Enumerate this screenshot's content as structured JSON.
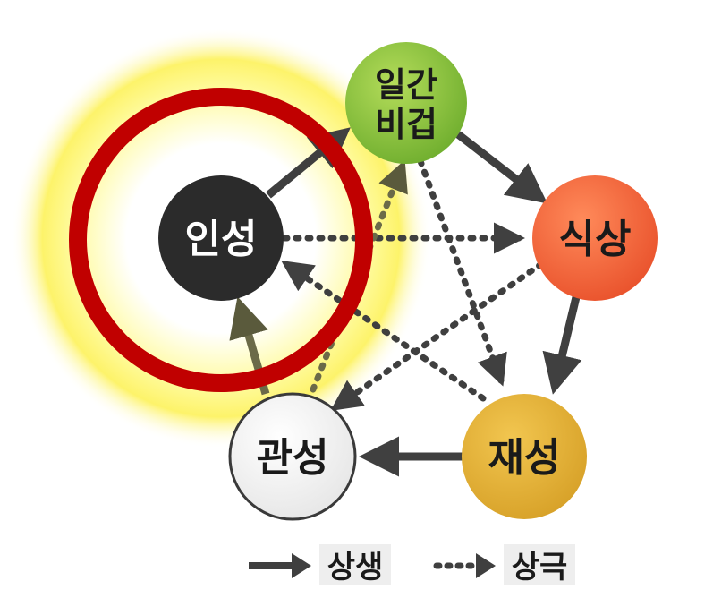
{
  "nodes": {
    "ilgan": {
      "line1": "일간",
      "line2": "비겁",
      "fill": "#8bc34a"
    },
    "insung": {
      "label": "인성",
      "fill": "#2b2b2b",
      "text_color": "#ffffff"
    },
    "siksang": {
      "label": "식상",
      "fill": "#f26540"
    },
    "jaesung": {
      "label": "재성",
      "fill": "#e5b33e"
    },
    "gwansung": {
      "label": "관성",
      "fill": "#f4f4f4"
    }
  },
  "legend": {
    "saengsaeng": "상생",
    "sanggeuk": "상극"
  },
  "colors": {
    "arrow": "#404040",
    "highlight_ring": "#c00000",
    "glow": "#ffff66",
    "legend_bg": "#eeeeee"
  }
}
